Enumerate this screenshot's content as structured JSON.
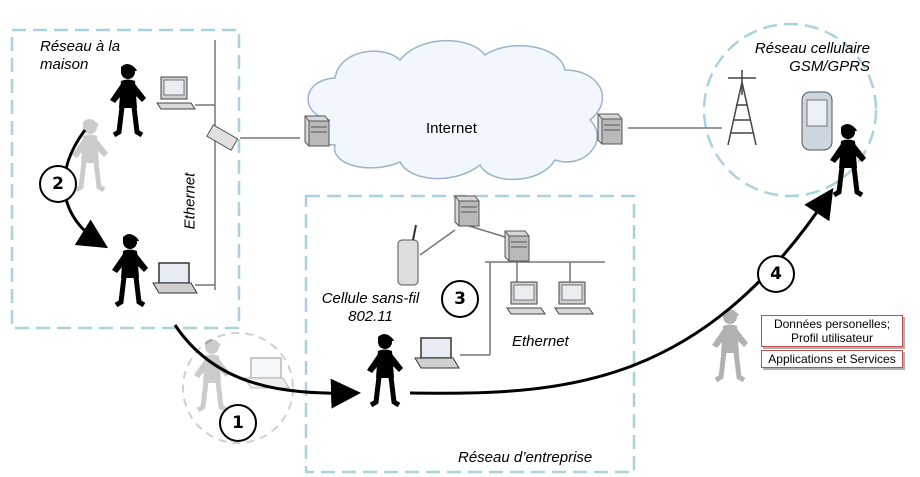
{
  "labels": {
    "home_network": "Réseau à la maison",
    "internet": "Internet",
    "cellular_network": "Réseau cellulaire GSM/GPRS",
    "ethernet_home": "Ethernet",
    "wifi_cell": "Cellule sans-fil 802.11",
    "ethernet_enterprise": "Ethernet",
    "enterprise_network": "Réseau d’entreprise"
  },
  "steps": [
    "1",
    "2",
    "3",
    "4"
  ],
  "boxes": {
    "personal_data": "Données personelles; Profil utilisateur",
    "applications": "Applications et Services"
  },
  "colors": {
    "zone_border": "#a9d3dc",
    "cloud_fill": "#f1f7fc",
    "cloud_stroke": "#9bb3cc",
    "box_border": "#c0504d"
  }
}
